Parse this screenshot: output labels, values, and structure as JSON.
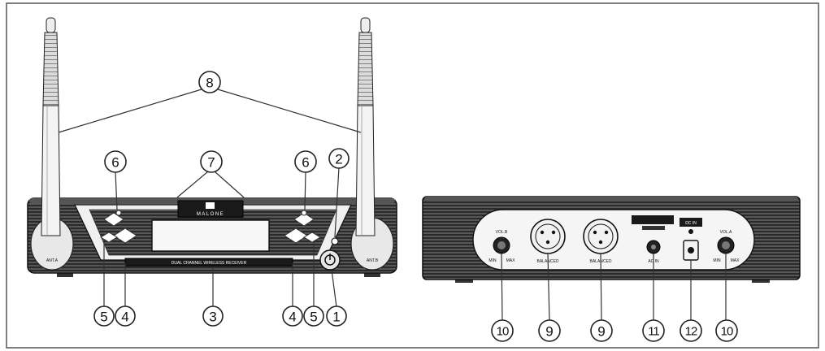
{
  "brand": "MALONE",
  "front_strip_label": "DUAL CHANNEL WIRELESS RECEIVER",
  "antenna_labels": [
    "ANT.A",
    "ANT.B"
  ],
  "rear_labels": {
    "vol_b": "VOL.B",
    "vol_a": "VOL.A",
    "min": "MIN",
    "max": "MAX",
    "balanced": "BALANCED",
    "ac_in": "AC IN",
    "dc_in": "DC IN"
  },
  "callouts": {
    "c1": "1",
    "c2": "2",
    "c3": "3",
    "c4": "4",
    "c5": "5",
    "c6": "6",
    "c7": "7",
    "c8": "8",
    "c9": "9",
    "c10": "10",
    "c11": "11",
    "c12": "12"
  }
}
